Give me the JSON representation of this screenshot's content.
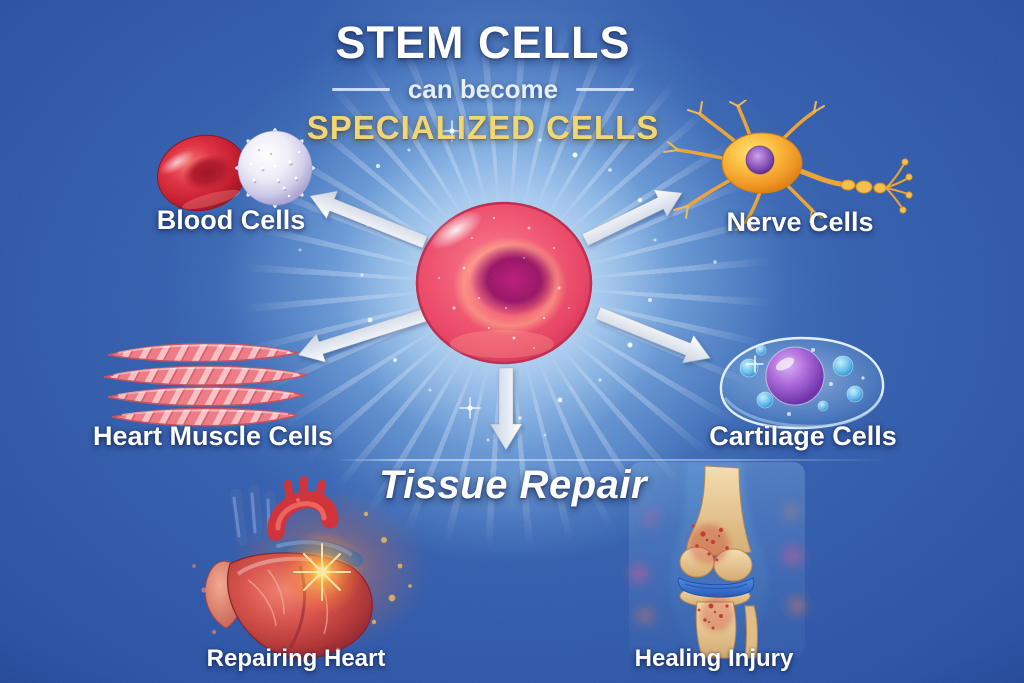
{
  "header": {
    "title": "STEM CELLS",
    "connector": "can become",
    "subtitle": "SPECIALIZED CELLS"
  },
  "branches": [
    {
      "id": "blood",
      "label": "Blood Cells"
    },
    {
      "id": "nerve",
      "label": "Nerve Cells"
    },
    {
      "id": "muscle",
      "label": "Heart Muscle Cells"
    },
    {
      "id": "cartilage",
      "label": "Cartilage Cells"
    }
  ],
  "repair": {
    "heading": "Tissue Repair",
    "examples": [
      {
        "id": "heart",
        "label": "Repairing Heart"
      },
      {
        "id": "knee",
        "label": "Healing Injury"
      }
    ]
  },
  "colors": {
    "background_deep": "#1b3a8e",
    "background_glow": "#8db9e8",
    "title_text": "#ffffff",
    "accent_gold": "#f1d670",
    "label_text": "#ffffff",
    "arrow": "#eef3f9",
    "stem_cell_body": "#ee4f6d",
    "stem_cell_nucleus": "#9c1668",
    "red_blood_cell": "#c21a2c",
    "neuron": "#f2a52c",
    "cartilage_nucleus": "#8a4fc8",
    "muscle_fiber": "#ee7984"
  }
}
